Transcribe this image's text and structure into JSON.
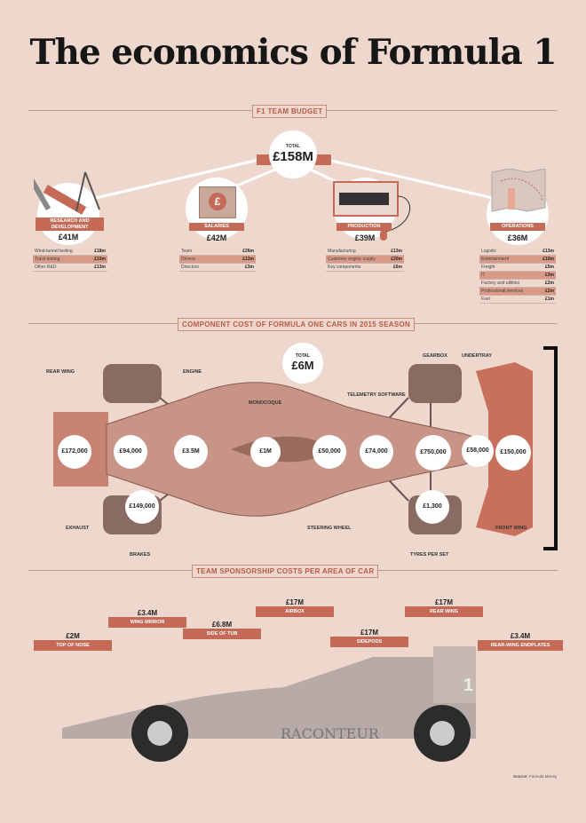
{
  "title": "The economics of Formula 1",
  "sections": {
    "budget": "F1 TEAM BUDGET",
    "components": "COMPONENT COST OF FORMULA ONE CARS IN 2015 SEASON",
    "sponsorship": "TEAM SPONSORSHIP COSTS PER AREA OF CAR"
  },
  "budget": {
    "total_label": "TOTAL",
    "total_value": "£158M",
    "categories": [
      {
        "name": "RESEARCH AND DEVELOPMENT",
        "amount": "£41M",
        "icon": "ruler-compass-icon",
        "items": [
          {
            "label": "Wind-tunnel testing",
            "value": "£18m"
          },
          {
            "label": "Track testing",
            "value": "£10m"
          },
          {
            "label": "Other R&D",
            "value": "£13m"
          }
        ]
      },
      {
        "name": "SALARIES",
        "amount": "£42M",
        "icon": "pound-cash-icon",
        "items": [
          {
            "label": "Team",
            "value": "£26m"
          },
          {
            "label": "Drivers",
            "value": "£13m"
          },
          {
            "label": "Directors",
            "value": "£3m"
          }
        ]
      },
      {
        "name": "PRODUCTION",
        "amount": "£39M",
        "icon": "computer-mouse-icon",
        "items": [
          {
            "label": "Manufacturing",
            "value": "£13m"
          },
          {
            "label": "Customer engine supply",
            "value": "£20m"
          },
          {
            "label": "Key components",
            "value": "£6m"
          }
        ]
      },
      {
        "name": "OPERATIONS",
        "amount": "£36M",
        "icon": "map-pin-icon",
        "items": [
          {
            "label": "Logistic",
            "value": "£13m"
          },
          {
            "label": "Entertainment",
            "value": "£10m"
          },
          {
            "label": "Freight",
            "value": "£5m"
          },
          {
            "label": "IT",
            "value": "£3m"
          },
          {
            "label": "Factory and utilities",
            "value": "£2m"
          },
          {
            "label": "Professional services",
            "value": "£2m"
          },
          {
            "label": "Fuel",
            "value": "£1m"
          }
        ]
      }
    ]
  },
  "components": {
    "total_label": "TOTAL",
    "total_value": "£6M",
    "values": {
      "exhaust": "£172,000",
      "rear_wing": "£94,000",
      "brakes": "£149,000",
      "engine": "£3.5M",
      "monocoque": "£1M",
      "steering_wheel": "£50,000",
      "telemetry": "£74,000",
      "gearbox": "£750,000",
      "tyres": "£1,300",
      "undertray": "£58,000",
      "front_wing": "£150,000"
    },
    "labels": {
      "rear_wing": "REAR WING",
      "engine": "ENGINE",
      "monocoque": "MONOCOQUE",
      "gearbox": "GEARBOX",
      "undertray": "UNDERTRAY",
      "telemetry": "TELEMETRY SOFTWARE",
      "exhaust": "EXHAUST",
      "brakes": "BRAKES",
      "steering_wheel": "STEERING WHEEL",
      "tyres": "TYRES  PER SET",
      "front_wing": "FRONT WING"
    }
  },
  "sponsorship": {
    "areas": [
      {
        "key": "top_of_nose",
        "label": "TOP OF NOSE",
        "value": "£2M"
      },
      {
        "key": "wing_mirror",
        "label": "WING MIRROR",
        "value": "£3.4M"
      },
      {
        "key": "side_of_tub",
        "label": "SIDE OF TUB",
        "value": "£6.8M"
      },
      {
        "key": "airbox",
        "label": "AIRBOX",
        "value": "£17M"
      },
      {
        "key": "sidepods",
        "label": "SIDEPODS",
        "value": "£17M"
      },
      {
        "key": "rear_wing",
        "label": "REAR WING",
        "value": "£17M"
      },
      {
        "key": "rear_wing_endplates",
        "label": "REAR-WING ENDPLATES",
        "value": "£3.4M"
      }
    ],
    "car_brand": "RACONTEUR",
    "car_number": "1"
  },
  "source": {
    "label": "Source:",
    "value": "Formula Money"
  },
  "colors": {
    "background": "#eed7cd",
    "accent": "#c46a57",
    "text": "#1d1d1d"
  }
}
